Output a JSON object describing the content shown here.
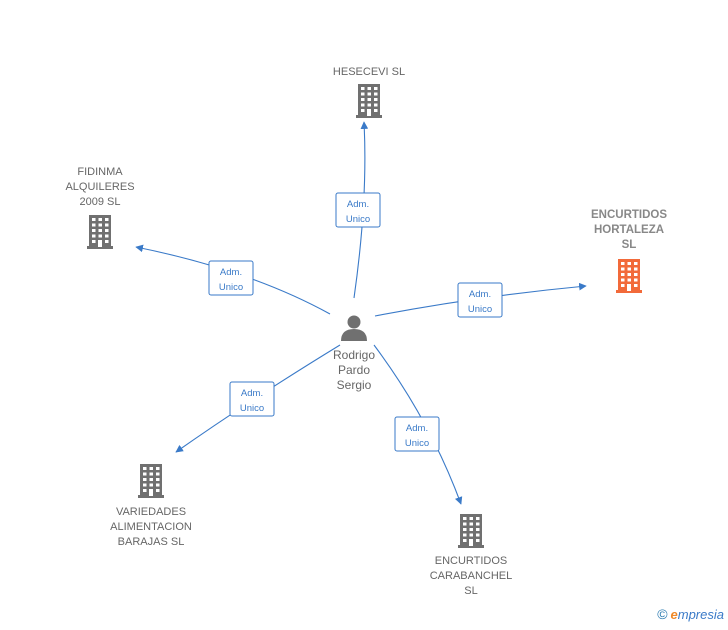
{
  "person": {
    "name_lines": [
      "Rodrigo",
      "Pardo",
      "Sergio"
    ]
  },
  "companies": [
    {
      "id": "hesecevi",
      "lines": [
        "HESECEVI  SL"
      ],
      "highlight": false
    },
    {
      "id": "fidinma",
      "lines": [
        "FIDINMA",
        "ALQUILERES",
        "2009 SL"
      ],
      "highlight": false
    },
    {
      "id": "encurtidos-hortaleza",
      "lines": [
        "ENCURTIDOS",
        "HORTALEZA",
        "SL"
      ],
      "highlight": true
    },
    {
      "id": "variedades",
      "lines": [
        "VARIEDADES",
        "ALIMENTACION",
        "BARAJAS  SL"
      ],
      "highlight": false
    },
    {
      "id": "encurtidos-carabanchel",
      "lines": [
        "ENCURTIDOS",
        "CARABANCHEL",
        "SL"
      ],
      "highlight": false
    }
  ],
  "relations": [
    {
      "to": "hesecevi",
      "role_lines": [
        "Adm.",
        "Unico"
      ]
    },
    {
      "to": "fidinma",
      "role_lines": [
        "Adm.",
        "Unico"
      ]
    },
    {
      "to": "encurtidos-hortaleza",
      "role_lines": [
        "Adm.",
        "Unico"
      ]
    },
    {
      "to": "variedades",
      "role_lines": [
        "Adm.",
        "Unico"
      ]
    },
    {
      "to": "encurtidos-carabanchel",
      "role_lines": [
        "Adm.",
        "Unico"
      ]
    }
  ],
  "colors": {
    "edge": "#3a7ac8",
    "building": "#707070",
    "building_highlight": "#f26a3a",
    "person": "#707070"
  },
  "footer": {
    "copyright": "©",
    "brand_initial": "e",
    "brand_rest": "mpresia"
  }
}
